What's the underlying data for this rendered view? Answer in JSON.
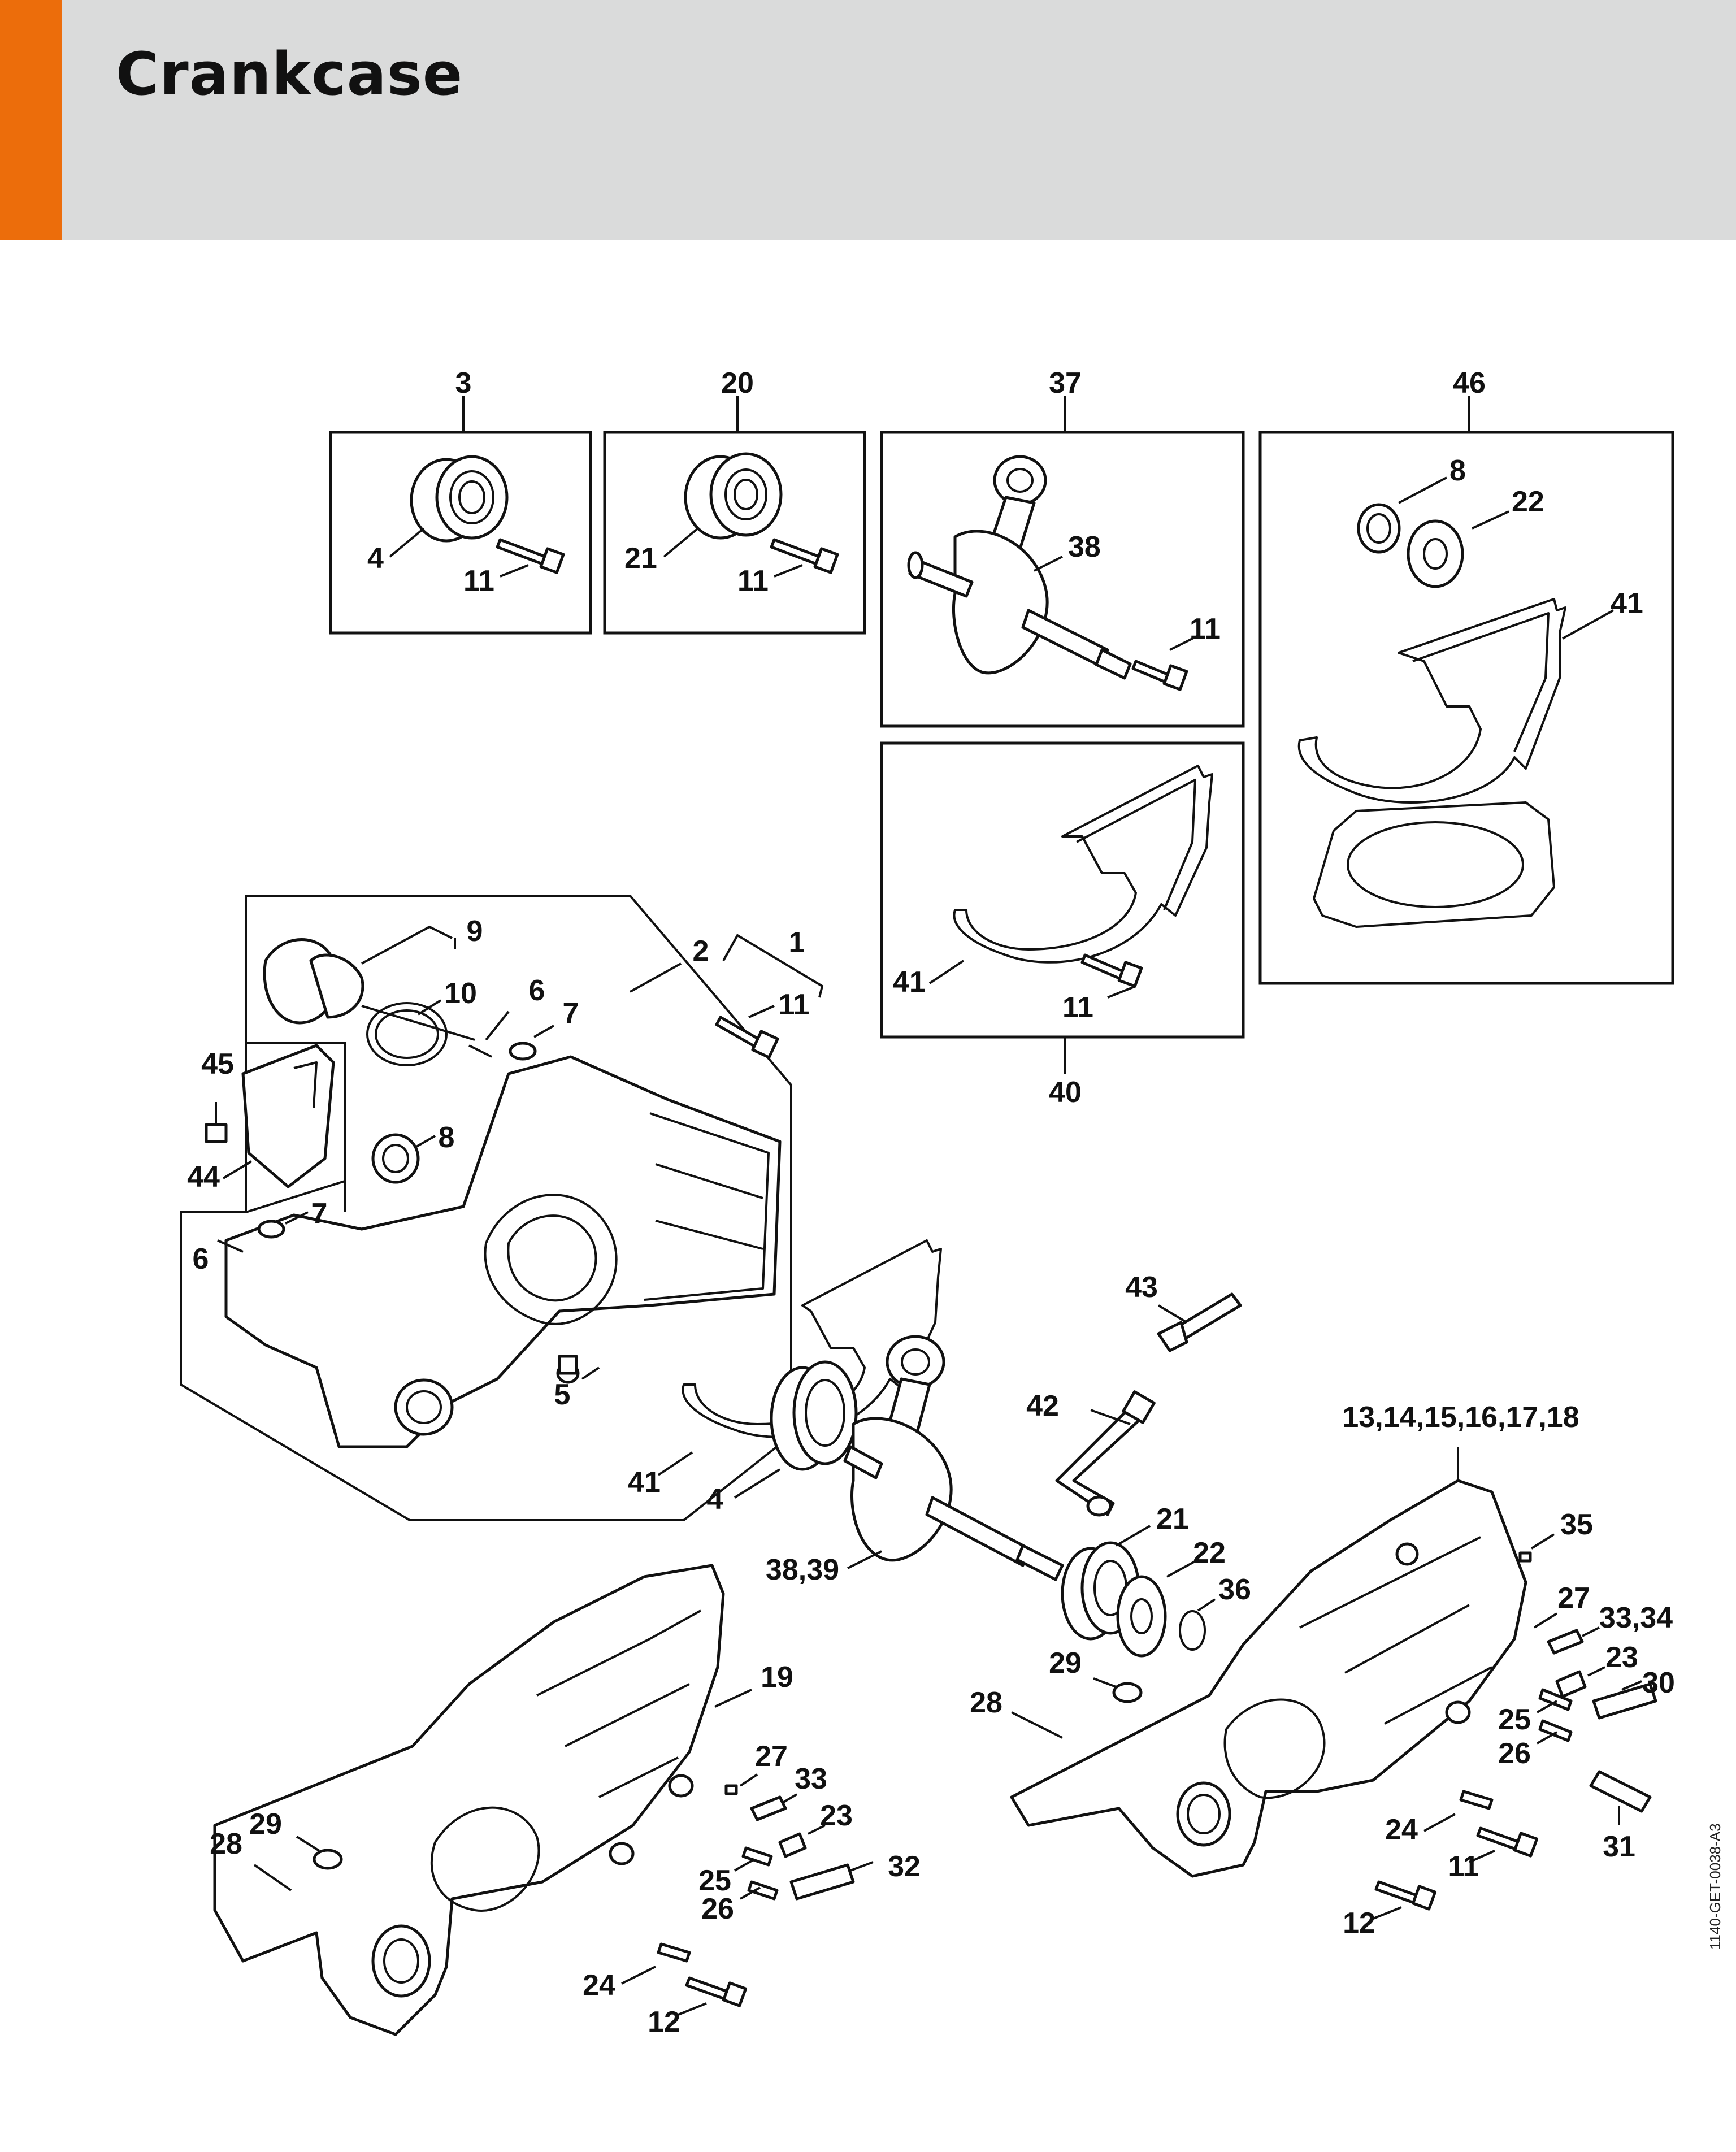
{
  "header": {
    "title": "Crankcase",
    "accent_color": "#ec6d0b",
    "background_color": "#dadbdb"
  },
  "doc_code": "1140-GET-0038-A3",
  "callouts": {
    "kit3_number": "3",
    "kit3_bearing": "4",
    "kit3_screw": "11",
    "kit20_number": "20",
    "kit20_bearing": "21",
    "kit20_screw": "11",
    "kit37_number": "37",
    "kit37_crank": "38",
    "kit37_screw": "11",
    "kit46_number": "46",
    "kit46_seal": "8",
    "kit46_washer": "22",
    "kit46_gasket": "41",
    "kit40_number": "40",
    "kit40_gasket": "41",
    "kit40_screw": "11",
    "main_9": "9",
    "main_10": "10",
    "main_2": "2",
    "main_1": "1",
    "main_11": "11",
    "main_6a": "6",
    "main_7a": "7",
    "main_45": "45",
    "main_44": "44",
    "main_8": "8",
    "main_7b": "7",
    "main_6b": "6",
    "main_5": "5",
    "main_41": "41",
    "main_4": "4",
    "main_3839": "38,39",
    "main_43": "43",
    "main_42": "42",
    "main_21": "21",
    "main_22": "22",
    "main_36": "36",
    "main_1318": "13,14,15,16,17,18",
    "main_35": "35",
    "main_27r": "27",
    "main_3334": "33,34",
    "main_23r": "23",
    "main_30": "30",
    "main_25r": "25",
    "main_26r": "26",
    "main_29r": "29",
    "main_28r": "28",
    "main_24r": "24",
    "main_11r": "11",
    "main_31": "31",
    "main_12r": "12",
    "main_19": "19",
    "main_27l": "27",
    "main_33l": "33",
    "main_23l": "23",
    "main_29l": "29",
    "main_28l": "28",
    "main_32": "32",
    "main_25l": "25",
    "main_26l": "26",
    "main_24l": "24",
    "main_12l": "12"
  }
}
